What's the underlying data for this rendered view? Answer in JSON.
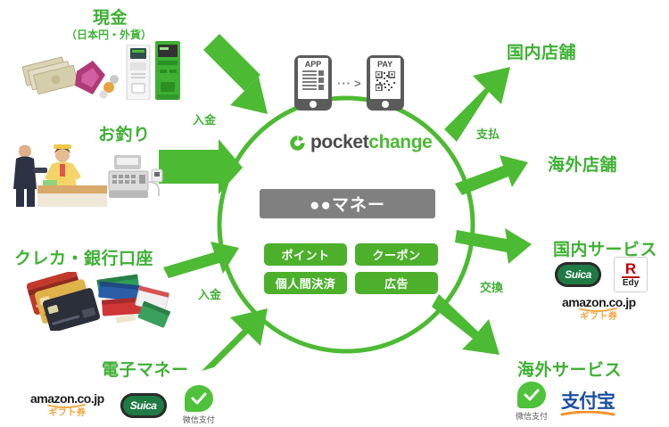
{
  "diagram": {
    "title_center_logo": {
      "part1": "pocket",
      "part2": "change"
    },
    "phones": {
      "app_label": "APP",
      "pay_label": "PAY",
      "transition_icon": "dotted-arrow-right"
    },
    "money_box_label": "●●マネー",
    "feature_chips": [
      "ポイント",
      "クーポン",
      "個人間決済",
      "広告"
    ],
    "inputs": [
      {
        "label": "現金",
        "sublabel": "（日本円・外貨）",
        "flow_label": "入金",
        "icons": [
          "banknotes-icon",
          "coins-icon",
          "kiosk-icon",
          "exchange-machine-icon"
        ]
      },
      {
        "label": "お釣り",
        "sublabel": "",
        "flow_label": "",
        "icons": [
          "cashier-counter-icon",
          "cash-register-icon"
        ]
      },
      {
        "label": "クレカ・銀行口座",
        "sublabel": "",
        "flow_label": "入金",
        "icons": [
          "credit-cards-icon",
          "bankbooks-icon"
        ]
      },
      {
        "label": "電子マネー",
        "sublabel": "",
        "flow_label": "",
        "brands": [
          {
            "name": "amazon.co.jp",
            "sub": "ギフト券"
          },
          {
            "name": "Suica"
          },
          {
            "name": "微信支付"
          }
        ]
      }
    ],
    "outputs": [
      {
        "label": "国内店舗",
        "flow_label": "支払",
        "brands": []
      },
      {
        "label": "海外店舗",
        "flow_label": "",
        "brands": []
      },
      {
        "label": "国内サービス",
        "flow_label": "交換",
        "brands": [
          {
            "name": "Suica"
          },
          {
            "name": "R",
            "sub": "Edy"
          },
          {
            "name": "amazon.co.jp",
            "sub": "ギフト券"
          }
        ]
      },
      {
        "label": "海外サービス",
        "flow_label": "",
        "brands": [
          {
            "name": "微信支付"
          },
          {
            "name": "支付宝"
          }
        ]
      }
    ],
    "colors": {
      "green": "#3eb134",
      "arrow_green": "#4cba33",
      "chip_green": "#4cb02b",
      "gray_box": "#808080",
      "logo_dark": "#4a4a4a",
      "background": "#ffffff"
    }
  }
}
